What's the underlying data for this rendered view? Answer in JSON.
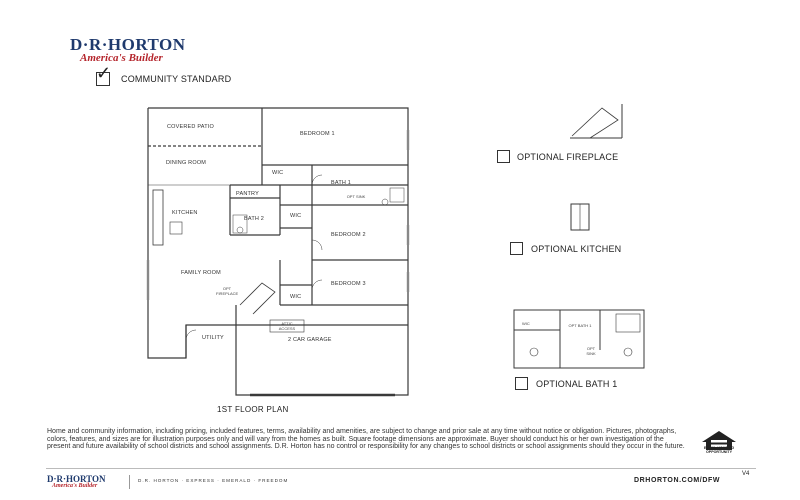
{
  "logo": {
    "name": "D·R·HORTON",
    "tagline": "America's Builder"
  },
  "legend": {
    "community_standard": "COMMUNITY STANDARD",
    "optional_fireplace": "OPTIONAL FIREPLACE",
    "optional_kitchen": "OPTIONAL KITCHEN",
    "optional_bath": "OPTIONAL BATH 1"
  },
  "rooms": {
    "covered_patio": "COVERED PATIO",
    "bedroom1": "BEDROOM 1",
    "dining_room": "DINING ROOM",
    "wic_a": "WIC",
    "bath1": "BATH 1",
    "pantry": "PANTRY",
    "opt_sink": "OPT SINK",
    "kitchen": "KITCHEN",
    "bath2": "BATH 2",
    "wic_b": "WIC",
    "bedroom2": "BEDROOM 2",
    "family_room": "FAMILY ROOM",
    "opt_fireplace": "OPT FIREPLACE",
    "bedroom3": "BEDROOM 3",
    "wic_c": "WIC",
    "attic_access": "ATTIC ACCESS",
    "utility": "UTILITY",
    "garage": "2 CAR GARAGE"
  },
  "opt_bath_rooms": {
    "wic": "WIC",
    "opt_bath": "OPT BATH 1",
    "opt_sink": "OPT SINK"
  },
  "plan_title": "1ST FLOOR PLAN",
  "disclaimer": "Home and community information, including pricing, included features, terms, availability and amenities, are subject to change and prior sale at any time without notice or obligation. Pictures, photographs, colors, features, and sizes are for illustration purposes only and will vary from the homes as built. Square footage dimensions are approximate. Buyer should conduct his or her own investigation of the present and future availability of school districts and school assignments. D.R. Horton has no control or responsibility for any changes to school districts or school assignments should they occur in the future.",
  "eho_text": "EQUAL HOUSING OPPORTUNITY",
  "version": "V4",
  "footer": {
    "logo_name": "D·R·HORTON",
    "logo_tagline": "America's Builder",
    "brands": "D.R. HORTON · EXPRESS · EMERALD · FREEDOM",
    "website": "DRHORTON.COM/DFW"
  },
  "colors": {
    "brand_blue": "#1f3a6d",
    "brand_red": "#b5262d",
    "wall": "#3a3a3a"
  }
}
